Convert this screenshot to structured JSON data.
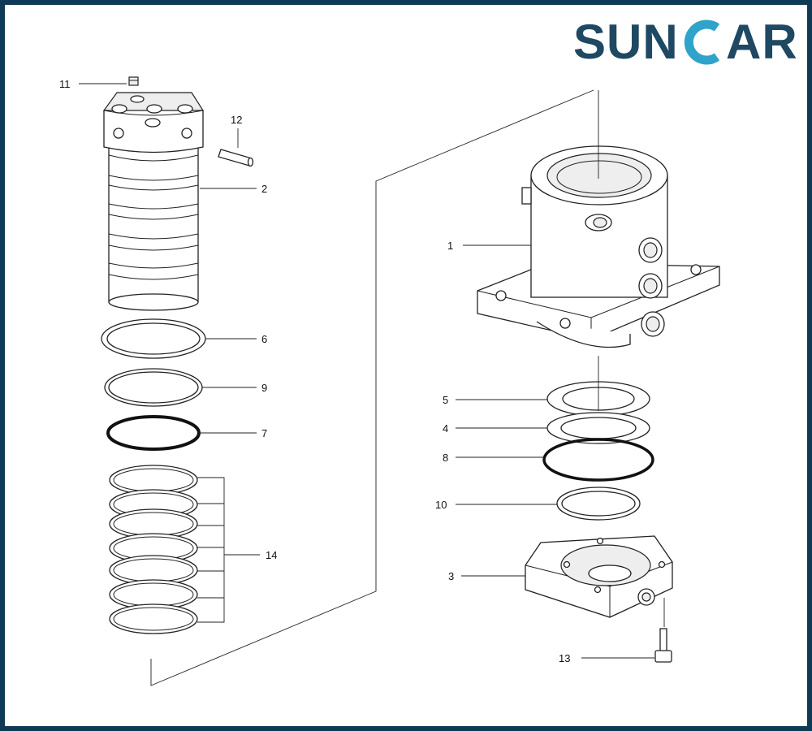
{
  "logo": {
    "text_pre": "SUN",
    "text_post": "AR",
    "colors": {
      "dark": "#1f4863",
      "accent": "#2fa3c9"
    }
  },
  "frame_color": "#0f3a55",
  "callouts": {
    "c1": "1",
    "c2": "2",
    "c3": "3",
    "c4": "4",
    "c5": "5",
    "c6": "6",
    "c7": "7",
    "c8": "8",
    "c9": "9",
    "c10": "10",
    "c11": "11",
    "c12": "12",
    "c13": "13",
    "c14": "14"
  }
}
